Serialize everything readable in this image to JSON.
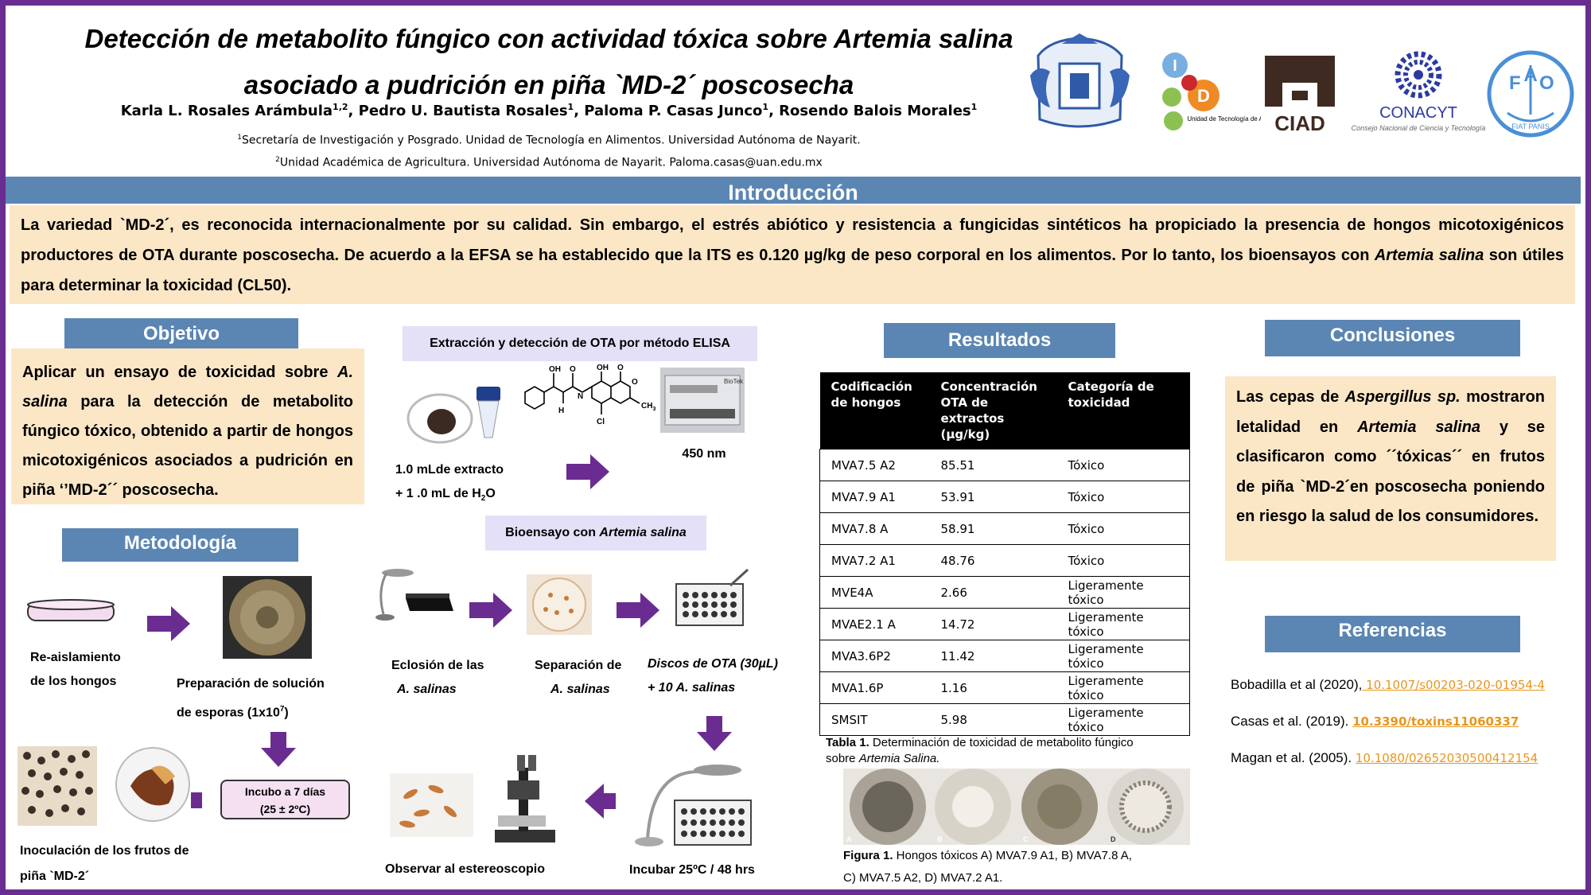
{
  "title": {
    "line1": "Detección de metabolito fúngico con actividad tóxica sobre Artemia salina",
    "line2": "asociado a pudrición en piña `MD-2´ poscosecha"
  },
  "authors": {
    "a1": "Karla L. Rosales Arámbula",
    "a1_sup": "1,2",
    "a2": ", Pedro U. Bautista Rosales",
    "a2_sup": "1",
    "a3": ", Paloma P. Casas Junco",
    "a3_sup": "1",
    "a4": ", Rosendo Balois Morales",
    "a4_sup": "1"
  },
  "affiliations": {
    "a1_sup": "1",
    "a1": "Secretaría de Investigación y Posgrado. Unidad de Tecnología en Alimentos. Universidad Autónoma de Nayarit.",
    "a2_sup": "2",
    "a2": "Unidad Académica de Agricultura. Universidad Autónoma de Nayarit. Paloma.casas@uan.edu.mx"
  },
  "logos": {
    "iuta_letter_i": "I",
    "iuta_letter_d": "D",
    "iuta_text": "Unidad de Tecnología de Alimentos",
    "ciad": "CIAD",
    "conacyt": "CONACYT",
    "conacyt_sub": "Consejo Nacional de Ciencia y Tecnología",
    "fao_f": "F",
    "fao_a": "A",
    "fao_o": "O",
    "fao_motto": "FIAT PANIS"
  },
  "introduccion": {
    "heading": "Introducción",
    "text_part1": "La variedad `MD-2´, es reconocida internacionalmente por su calidad. Sin embargo, el estrés abiótico y resistencia a fungicidas sintéticos ha propiciado la presencia de hongos micotoxigénicos productores de OTA durante poscosecha. De acuerdo a la EFSA se ha establecido que la ITS es 0.120 µg/kg de peso corporal en los alimentos. Por lo tanto, los bioensayos con ",
    "text_italic": "Artemia salina",
    "text_part2": " son útiles para determinar la toxicidad (CL50)."
  },
  "objetivo": {
    "heading": "Objetivo",
    "text_part1": "Aplicar un ensayo de toxicidad sobre ",
    "text_italic": "A. salina",
    "text_part2": " para la detección de metabolito fúngico tóxico, obtenido a partir de hongos micotoxigénicos asociados a pudrición en piña ‘’MD-2´´ poscosecha."
  },
  "metodologia": {
    "heading": "Metodología",
    "reaislamiento_l1": "Re-aislamiento",
    "reaislamiento_l2": "de los hongos",
    "preparacion_l1": "Preparación de solución",
    "preparacion_l2": "de esporas (1x10",
    "preparacion_sup": "7",
    "preparacion_l2_end": ")",
    "incubo_l1": "Incubo a 7 días",
    "incubo_l2": "(25 ± 2ºC)",
    "inoculacion_l1": "Inoculación de los frutos de",
    "inoculacion_l2": "piña `MD-2´"
  },
  "elisa": {
    "heading": "Extracción y detección de OTA por método ELISA",
    "extract_l1": "1.0 mLde extracto",
    "extract_l2a": "+ 1 .0 mL de H",
    "extract_l2_sub": "2",
    "extract_l2b": "O",
    "wavelength": "450 nm",
    "mol_oh": "OH",
    "mol_o1": "O",
    "mol_oh2": "OH",
    "mol_o2": "O",
    "mol_o3": "O",
    "mol_nh": "H",
    "mol_n": "N",
    "mol_cl": "Cl",
    "mol_ch3": "CH",
    "mol_ch3_sub": "3",
    "reader_brand": "BioTek"
  },
  "bioensayo": {
    "heading_part1": "Bioensayo con ",
    "heading_italic": "Artemia salina",
    "eclosion_l1": "Eclosión de las",
    "eclosion_l2": "A. salinas",
    "separacion_l1": "Separación de",
    "separacion_l2": "A. salinas",
    "discos_l1": "Discos de OTA (30µL)",
    "discos_l2": "+ 10 A. salinas",
    "incubar": "Incubar 25ºC / 48 hrs",
    "observar": "Observar al estereoscopio"
  },
  "resultados": {
    "heading": "Resultados",
    "columns": [
      "Codificación de hongos",
      "Concentración OTA de extractos (µg/kg)",
      "Categoría de toxicidad"
    ],
    "rows": [
      [
        "MVA7.5 A2",
        "85.51",
        "Tóxico"
      ],
      [
        "MVA7.9 A1",
        "53.91",
        "Tóxico"
      ],
      [
        "MVA7.8 A",
        "58.91",
        "Tóxico"
      ],
      [
        "MVA7.2 A1",
        "48.76",
        "Tóxico"
      ],
      [
        "MVE4A",
        "2.66",
        "Ligeramente tóxico"
      ],
      [
        "MVAE2.1 A",
        "14.72",
        "Ligeramente tóxico"
      ],
      [
        "MVA3.6P2",
        "11.42",
        "Ligeramente tóxico"
      ],
      [
        "MVA1.6P",
        "1.16",
        "Ligeramente tóxico"
      ],
      [
        "SMSIT",
        "5.98",
        "Ligeramente tóxico"
      ]
    ],
    "tabla_label": "Tabla 1.",
    "tabla_text": " Determinación de toxicidad de metabolito fúngico",
    "tabla_text2": "sobre ",
    "tabla_italic": "Artemia Salina.",
    "plate_labels": [
      "A",
      "B",
      "C",
      "D"
    ],
    "figura_label": "Figura 1.",
    "figura_text": " Hongos tóxicos A) MVA7.9 A1, B) MVA7.8 A,",
    "figura_text2": "C) MVA7.5 A2, D) MVA7.2 A1."
  },
  "conclusiones": {
    "heading": "Conclusiones",
    "p1": "Las cepas de ",
    "i1": "Aspergillus sp.",
    "p2": " mostraron letalidad en ",
    "i2": "Artemia salina",
    "p3": " y se clasificaron como ´´tóxicas´´ en frutos de piña `MD-2´en poscosecha poniendo en riesgo la salud de los consumidores."
  },
  "referencias": {
    "heading": "Referencias",
    "items": [
      {
        "text": "Bobadilla et al (2020),",
        "link": " 10.1007/s00203-020-01954-4"
      },
      {
        "text": "Casas et al. (2019). ",
        "link": "10.3390/toxins11060337"
      },
      {
        "text": "Magan et al. (2005). ",
        "link": " 10.1080/02652030500412154"
      }
    ]
  },
  "colors": {
    "frame": "#6a2c91",
    "heading_bg": "#5b86b3",
    "panel_bg": "#fbe6c6",
    "link": "#e8951c"
  }
}
